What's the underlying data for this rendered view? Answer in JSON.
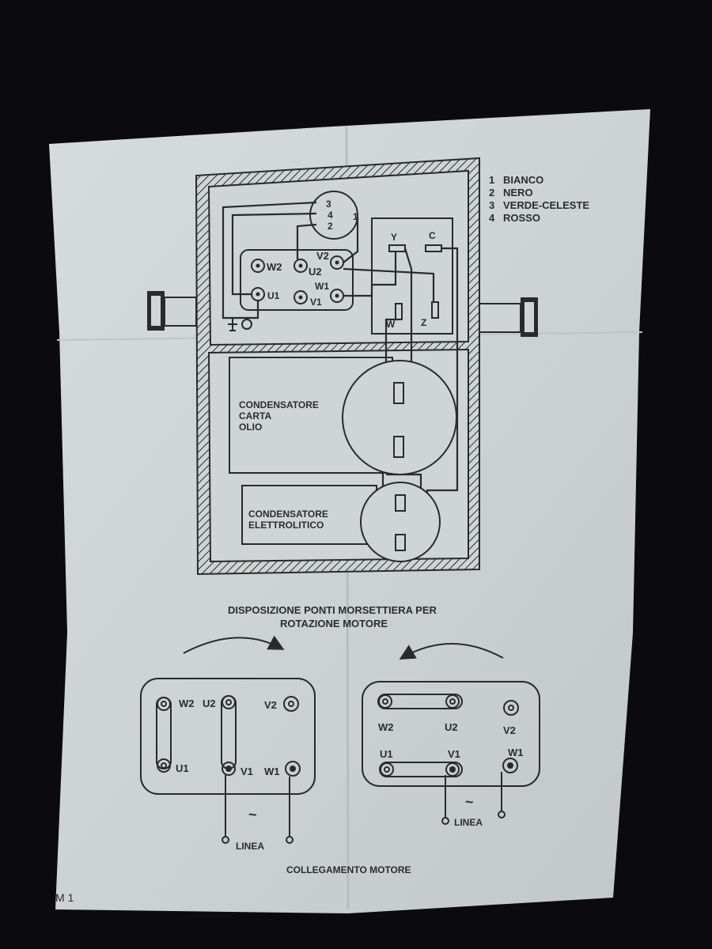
{
  "legend": [
    {
      "num": "1",
      "text": "BIANCO"
    },
    {
      "num": "2",
      "text": "NERO"
    },
    {
      "num": "3",
      "text": "VERDE-CELESTE"
    },
    {
      "num": "4",
      "text": "ROSSO"
    }
  ],
  "connector_pins": [
    "3",
    "4",
    "2",
    "1"
  ],
  "terminals_top": {
    "W2": "W2",
    "U2": "U2",
    "V2": "V2",
    "U1": "U1",
    "V1": "V1",
    "W1": "W1"
  },
  "switch_labels": {
    "Y": "Y",
    "C": "C",
    "W": "W",
    "Z": "Z"
  },
  "capacitors": {
    "oil": [
      "CONDENSATORE",
      "CARTA",
      "OLIO"
    ],
    "electrolytic": [
      "CONDENSATORE",
      "ELETTROLITICO"
    ]
  },
  "section_title": [
    "DISPOSIZIONE PONTI MORSETTIERA PER",
    "ROTAZIONE MOTORE"
  ],
  "left_board": {
    "W2": "W2",
    "U2": "U2",
    "V2": "V2",
    "U1": "U1",
    "V1": "V1",
    "W1": "W1",
    "tilde": "~",
    "linea": "LINEA"
  },
  "right_board": {
    "W2": "W2",
    "U2": "U2",
    "V2": "V2",
    "U1": "U1",
    "V1": "V1",
    "W1": "W1",
    "tilde": "~",
    "linea": "LINEA"
  },
  "footer_title": "COLLEGAMENTO MOTORE",
  "page_code": "M 1",
  "colors": {
    "paper": "#cfd5d6",
    "ink": "#2a2a2a",
    "background": "#0b0b0d"
  }
}
